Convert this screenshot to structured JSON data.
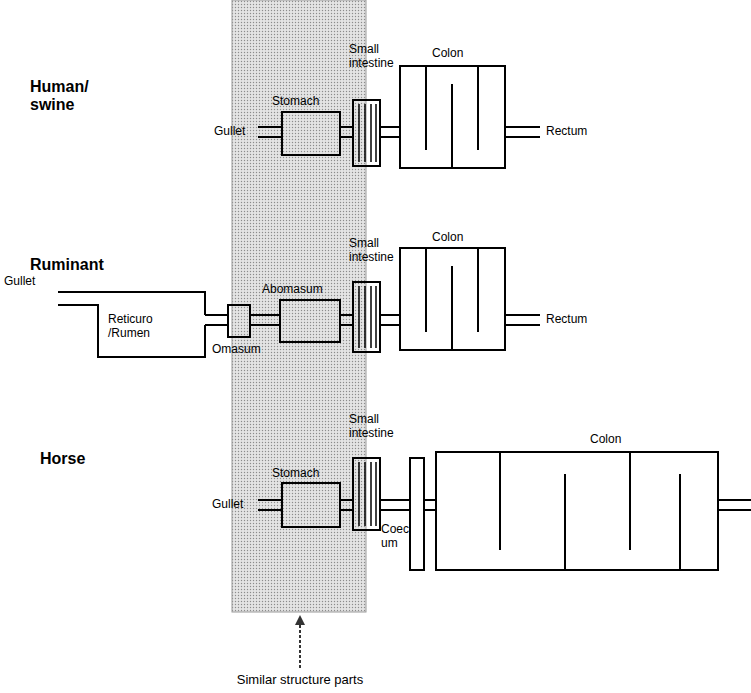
{
  "diagram": {
    "labels": [
      "Human/ swine",
      "Small intestine",
      "Stomach",
      "Colon",
      "Gullet",
      "Rectum",
      "Ruminant",
      "Small intestine",
      "Colon",
      "Gullet",
      "Reticuro /Rumen",
      "Abomasum",
      "Rectum",
      "Omasum",
      "Horse",
      "Small intestine",
      "Stomach",
      "Colon",
      "Gullet",
      "Coec um",
      "Similar structure parts"
    ]
  }
}
